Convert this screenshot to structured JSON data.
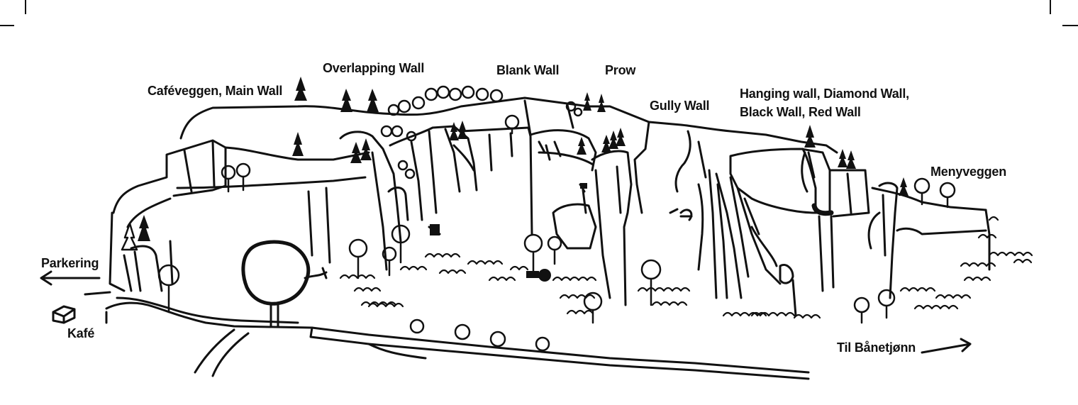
{
  "labels": {
    "cafeveggen": "Caféveggen, Main Wall",
    "overlapping": "Overlapping Wall",
    "blank": "Blank Wall",
    "prow": "Prow",
    "gully": "Gully Wall",
    "hanging_line1": "Hanging wall, Diamond Wall,",
    "hanging_line2": "Black Wall, Red Wall",
    "menyveggen": "Menyveggen",
    "parkering": "Parkering",
    "kafe": "Kafé",
    "banetjonn": "Til Bånetjønn"
  },
  "colors": {
    "ink": "#111111",
    "paper": "#ffffff"
  }
}
